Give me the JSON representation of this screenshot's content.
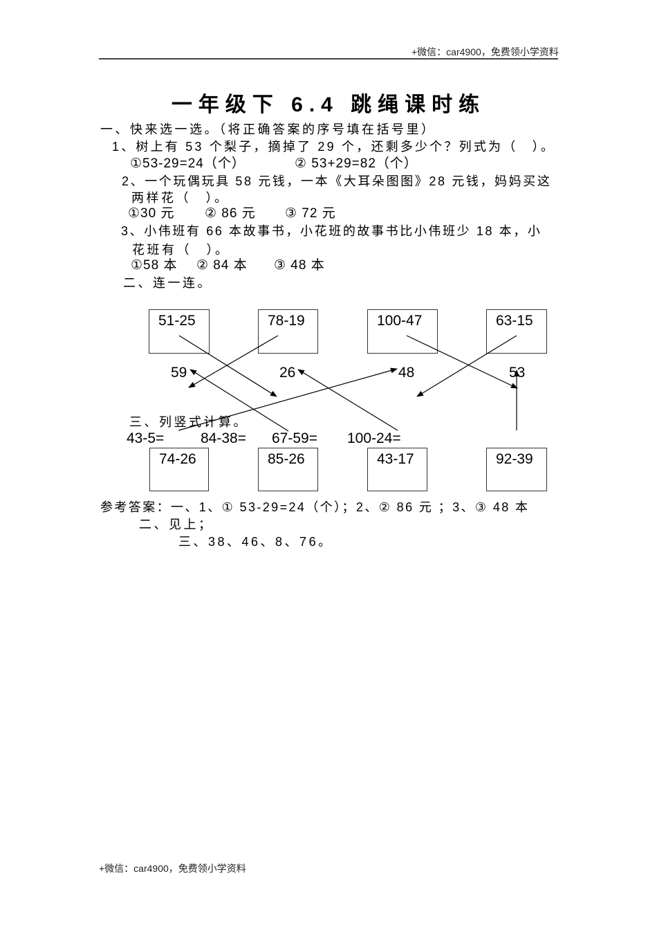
{
  "header": {
    "watermark": "+微信：car4900，免费领小学资料"
  },
  "title": "一年级下 6.4 跳绳课时练",
  "section1": {
    "heading": "一、快来选一选。（将正确答案的序号填在括号里）",
    "q1": {
      "text": "1、树上有 53 个梨子，摘掉了 29 个，还剩多少个？列式为（　）。",
      "options": [
        "①53-29=24（个）",
        "② 53+29=82（个）"
      ]
    },
    "q2": {
      "text_line1": "2、一个玩偶玩具 58 元钱，一本《大耳朵图图》28 元钱，妈妈买这",
      "text_line2": "两样花（　）。",
      "options": [
        "①30 元",
        "② 86 元",
        "③ 72 元"
      ]
    },
    "q3": {
      "text_line1": "3、小伟班有 66 本故事书，小花班的故事书比小伟班少 18 本，小",
      "text_line2": "花班有（　）。",
      "options": [
        "①58 本",
        "② 84 本",
        "③ 48 本"
      ]
    }
  },
  "section2": {
    "heading": "二、连一连。",
    "top_boxes": [
      "51-25",
      "78-19",
      "100-47",
      "63-15"
    ],
    "numbers": [
      "59",
      "26",
      "48",
      "53"
    ],
    "bottom_boxes": [
      "74-26",
      "85-26",
      "43-17",
      "92-39"
    ],
    "connections": [
      {
        "from": "51-25",
        "to": "between 26 area"
      },
      {
        "from": "78-19",
        "to": "59"
      },
      {
        "from": "100-47",
        "to": "53"
      },
      {
        "from": "63-15",
        "to": "48 area"
      },
      {
        "from": "74-26",
        "to": "48"
      },
      {
        "from": "85-26",
        "to": "59"
      },
      {
        "from": "43-17",
        "to": "26"
      },
      {
        "from": "92-39",
        "to": "53"
      }
    ]
  },
  "section3": {
    "heading": "三、列竖式计算。",
    "expressions": [
      "43-5=",
      "84-38=",
      "67-59=",
      "100-24="
    ]
  },
  "answers": {
    "line1": "参考答案：一、1、① 53-29=24（个）；2、② 86 元 ；3、③ 48 本",
    "line2": "二、见上；",
    "line3": "三、38、46、8、76。"
  },
  "footer": {
    "watermark": "+微信：car4900，免费领小学资料"
  }
}
